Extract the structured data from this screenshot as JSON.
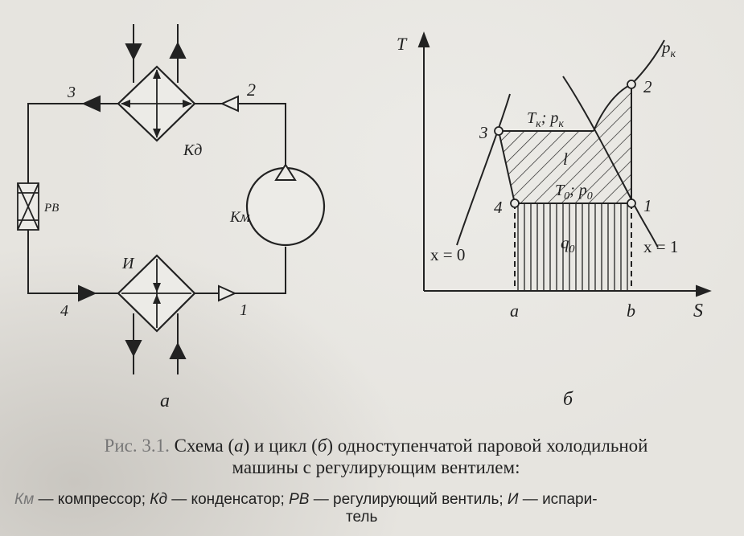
{
  "schema": {
    "points": [
      "1",
      "2",
      "3",
      "4"
    ],
    "condenser_label": "Кд",
    "compressor_label": "Км",
    "valve_label": "РВ",
    "evaporator_label": "И",
    "panel_label": "а"
  },
  "cycle": {
    "y_axis_label": "T",
    "x_axis_label": "S",
    "pk_label": "p",
    "pk_sub": "к",
    "cond_label_T": "T",
    "cond_label_T_sub": "к",
    "cond_label_sep": "; ",
    "cond_label_p": "p",
    "cond_label_p_sub": "к",
    "work_label": "l",
    "evap_label_T": "T",
    "evap_label_T_sub": "0",
    "evap_label_sep": "; ",
    "evap_label_p": "p",
    "evap_label_p_sub": "0",
    "q_label": "q",
    "q_sub": "0",
    "x0_label": "x = 0",
    "x1_label": "x = 1",
    "a_label": "a",
    "b_label": "b",
    "points": [
      "1",
      "2",
      "3",
      "4"
    ],
    "panel_label": "б"
  },
  "caption": {
    "fig_number": "Рис. 3.1.",
    "line1_a": " Схема (",
    "line1_a_it": "а",
    "line1_b": ") и цикл (",
    "line1_b_it": "б",
    "line1_c": ") одноступенчатой паровой холодильной",
    "line2": "машины с регулирующим вентилем:"
  },
  "legend": {
    "km_abbr": "Км",
    "km_text": " — компрессор; ",
    "kd_abbr": "Кд",
    "kd_text": " — конденсатор; ",
    "rv_abbr": "РВ",
    "rv_text": " — регулирующий вентиль; ",
    "i_abbr": "И",
    "i_text": " — испари-",
    "line2": "тель"
  }
}
